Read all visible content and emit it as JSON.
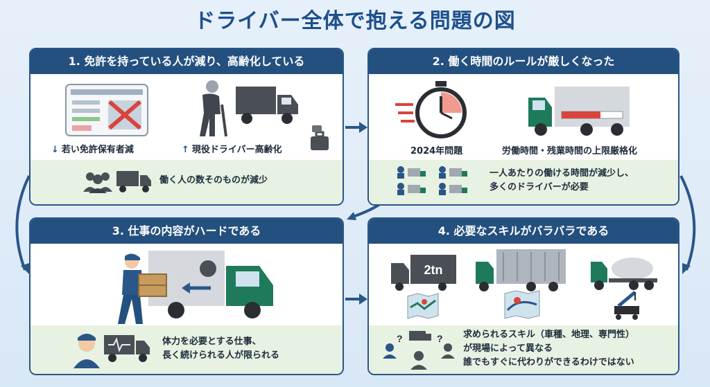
{
  "title": "ドライバー全体で抱える問題の図",
  "panels": [
    {
      "heading": "1. 免許を持っている人が減り、高齢化している",
      "captions": [
        "若い免許保有者減",
        "現役ドライバー高齢化"
      ],
      "footer": "働く人の数そのものが減少"
    },
    {
      "heading": "2. 働く時間のルールが厳しくなった",
      "captions": [
        "2024年問題",
        "労働時間・残業時間の上限厳格化"
      ],
      "footer_lines": [
        "一人あたりの働ける時間が減少し、",
        "多くのドライバーが必要"
      ]
    },
    {
      "heading": "3. 仕事の内容がハードである",
      "footer_lines": [
        "体力を必要とする仕事、",
        "長く続けられる人が限られる"
      ]
    },
    {
      "heading": "4. 必要なスキルがバラバラである",
      "truck_label": "2tn",
      "footer_lines": [
        "求められるスキル（車種、地理、専門性）",
        "が現場によって異なる",
        "誰でもすぐに代わりができるわけではない"
      ]
    }
  ],
  "colors": {
    "header": "#24507f",
    "footer_bg": "#e7f2e2",
    "truck_green": "#1f7a5c",
    "truck_dark": "#4a4f56",
    "accent_red": "#d9443b",
    "arrow_blue": "#2a5688"
  },
  "icons": [
    "license-card-icon",
    "elderly-person-icon",
    "truck-icon",
    "stopwatch-icon",
    "worker-carrying-box-icon",
    "map-icon",
    "crane-icon",
    "people-group-icon"
  ]
}
